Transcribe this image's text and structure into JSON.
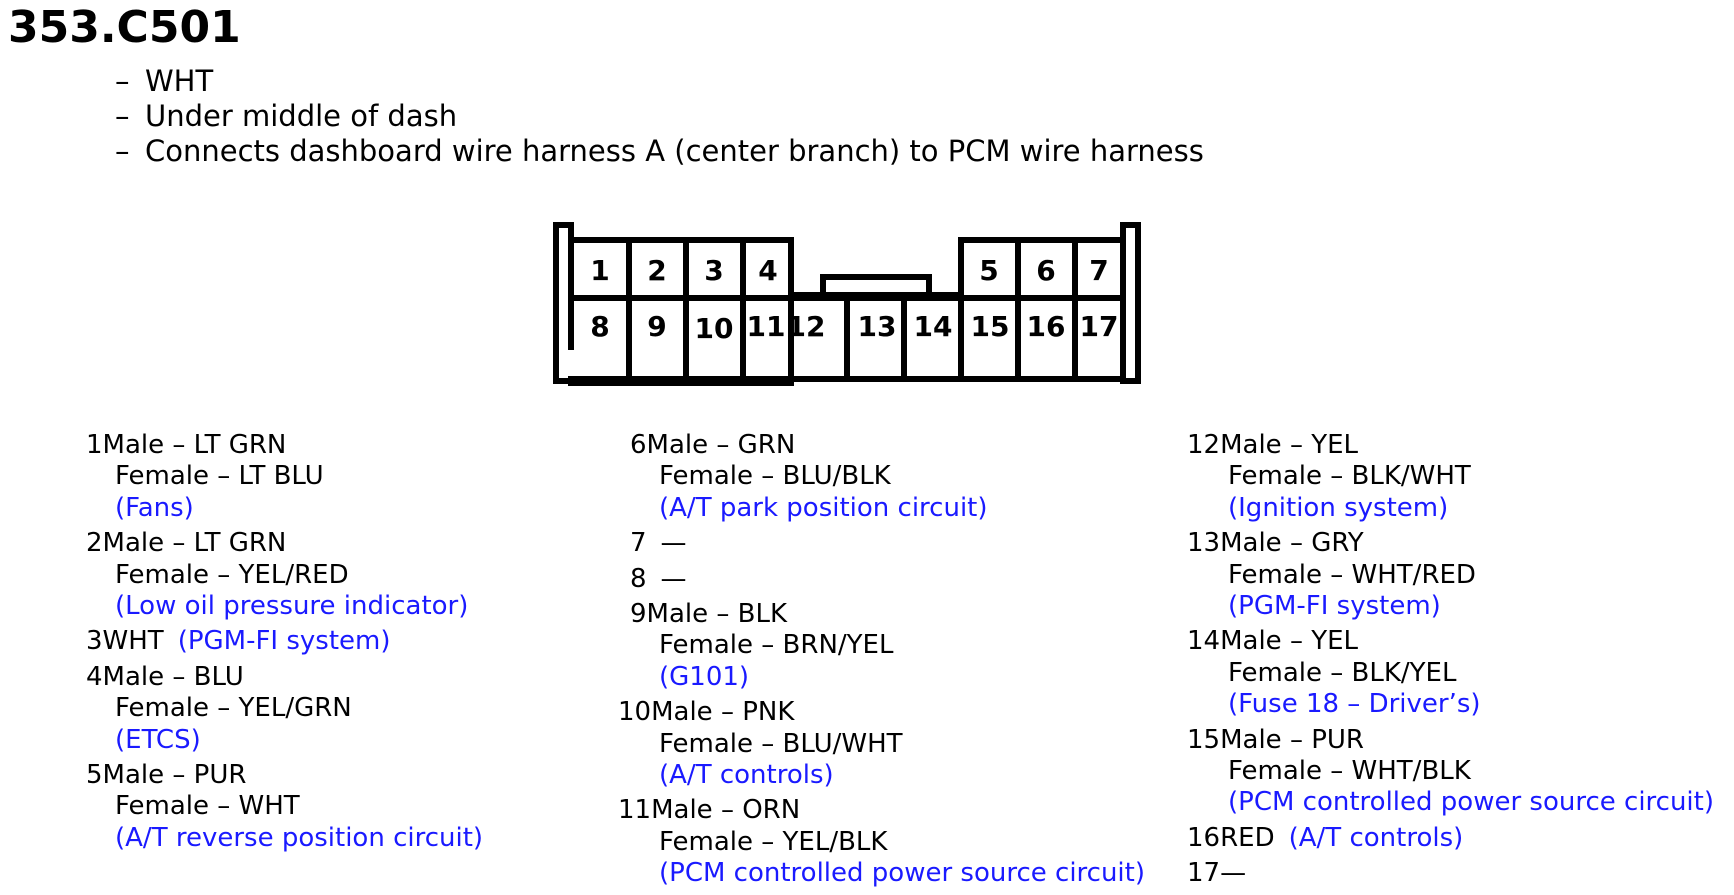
{
  "title": "353.C501",
  "bullets": [
    "WHT",
    "Under middle of dash",
    "Connects dashboard wire harness A (center branch) to PCM wire harness"
  ],
  "dash_char": "–",
  "connector": {
    "top_row_left": [
      "1",
      "2",
      "3",
      "4"
    ],
    "top_row_right": [
      "5",
      "6",
      "7"
    ],
    "bottom_row": [
      "8",
      "9",
      "10",
      "11",
      "12",
      "13",
      "14",
      "15",
      "16",
      "17"
    ]
  },
  "pins": {
    "col1": [
      {
        "num": "1",
        "male": "Male – LT GRN",
        "female": "Female – LT BLU",
        "circuit": "(Fans)"
      },
      {
        "num": "2",
        "male": "Male – LT GRN",
        "female": "Female – YEL/RED",
        "circuit": "(Low oil pressure indicator)"
      },
      {
        "num": "3",
        "male": "WHT",
        "circuit": "(PGM-FI system)"
      },
      {
        "num": "4",
        "male": "Male – BLU",
        "female": "Female – YEL/GRN",
        "circuit": "(ETCS)"
      },
      {
        "num": "5",
        "male": "Male – PUR",
        "female": "Female – WHT",
        "circuit": "(A/T reverse position circuit)"
      }
    ],
    "col2": [
      {
        "num": "6",
        "male": "Male – GRN",
        "female": "Female – BLU/BLK",
        "circuit": "(A/T park position circuit)"
      },
      {
        "num": "7",
        "male": "—"
      },
      {
        "num": "8",
        "male": "—"
      },
      {
        "num": "9",
        "male": "Male – BLK",
        "female": "Female – BRN/YEL",
        "circuit": "(G101)"
      },
      {
        "num": "10",
        "male": "Male – PNK",
        "female": "Female – BLU/WHT",
        "circuit": "(A/T controls)"
      },
      {
        "num": "11",
        "male": "Male – ORN",
        "female": "Female – YEL/BLK",
        "circuit": "(PCM controlled power source circuit)"
      }
    ],
    "col3": [
      {
        "num": "12",
        "male": "Male – YEL",
        "female": "Female – BLK/WHT",
        "circuit": "(Ignition system)"
      },
      {
        "num": "13",
        "male": "Male – GRY",
        "female": "Female – WHT/RED",
        "circuit": "(PGM-FI system)"
      },
      {
        "num": "14",
        "male": "Male – YEL",
        "female": "Female – BLK/YEL",
        "circuit": "(Fuse 18 – Driver’s)"
      },
      {
        "num": "15",
        "male": "Male – PUR",
        "female": "Female – WHT/BLK",
        "circuit": "(PCM controlled power source circuit)"
      },
      {
        "num": "16",
        "male": "RED",
        "circuit": "(A/T controls)"
      },
      {
        "num": "17",
        "male": "—"
      }
    ]
  }
}
